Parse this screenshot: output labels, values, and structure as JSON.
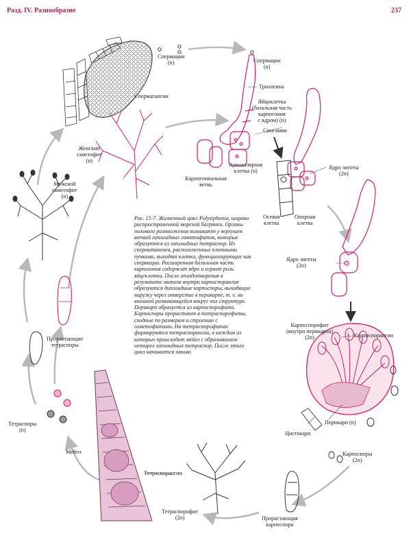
{
  "header": {
    "section": "Разд. IV. Разнообразие",
    "page_number": "237"
  },
  "caption": "Рис. 15-7. Жизненный цикл Polysiphonia, широко распространенной морской багрянки. Органы полового размножения возникают у верхушек ветвей гаплоидных гаметофитов, которые образуются из гаплоидных тетраспор. Из сперматангиев, расположенных плотными пучками, выходят клетки, функционирующие как спермации. Расширенная базальная часть карпогония содержит ядро и играет роль яйцеклетки. После оплодотворения в результате митоза внутри карпоспорангия образуются диплоидные карпоспоры, выходящие наружу через отверстие в перикарпе, т. е. во внешней развивающейся вокруг них структуре. Перикарп образуется из карпоспорофита. Карпоспоры прорастают в тетраспорофиты, сходные по размерам и строению с гаметофитами. На тетраспорофитах формируются тетраспорангии, в каждом из которых происходит мейоз с образованием четырех гаплоидных тетраспор. После этого цикл начинается заново",
  "labels": {
    "spermatia_1": [
      "Спермации",
      "(n)"
    ],
    "spermatia_2": [
      "Спермации",
      "(n)"
    ],
    "trichogyne": "Трихогина",
    "egg_cell": [
      "Яйцеклетка",
      "(базальная часть",
      "карпогония",
      "с ядром) (n)"
    ],
    "syngamy": "Сингамия",
    "spermatangia": "Сперматангии",
    "female_gametophyte": [
      "Женский",
      "гаметофит",
      "(n)"
    ],
    "male_gametophyte": [
      "Мужской",
      "гаметофит",
      "(n)"
    ],
    "auxiliary_cell": [
      "Ауксиллярная",
      "клетка (n)"
    ],
    "carpogonial_branch": [
      "Карпогониальная",
      "ветвь"
    ],
    "zygote_nucleus_1": [
      "Ядро зиготы",
      "(2n)"
    ],
    "axial_cell": [
      "Осевая",
      "клетка"
    ],
    "support_cell": [
      "Опорная",
      "клетка"
    ],
    "zygote_nucleus_2": [
      "Ядро зиготы",
      "(2n)"
    ],
    "carposporophyte": [
      "Карпоспорофит",
      "(внутри перикарпа)",
      "(2n)"
    ],
    "carposporangia": "Карпоспорангии",
    "germinating_tetraspores": [
      "Прорастающие",
      "тетраспоры"
    ],
    "tetraspores": [
      "Тетраспоры",
      "(n)"
    ],
    "pericarp": "Перикарп (n)",
    "cystocarp": "Цистокарп",
    "carpospores": [
      "Карпоспоры",
      "(2n)"
    ],
    "meiosis": "Мейоз",
    "tetrasporangia": "Тетраспорангии",
    "tetrasporophyte": [
      "Тетраспорофит",
      "(2n)"
    ],
    "germinating_carpospore": [
      "Прорастающая",
      "карпоспора"
    ]
  },
  "colors": {
    "accent": "#d8196b",
    "accent_light": "#f3b3cc",
    "ink": "#333333",
    "arrow": "#b8b8b8"
  }
}
